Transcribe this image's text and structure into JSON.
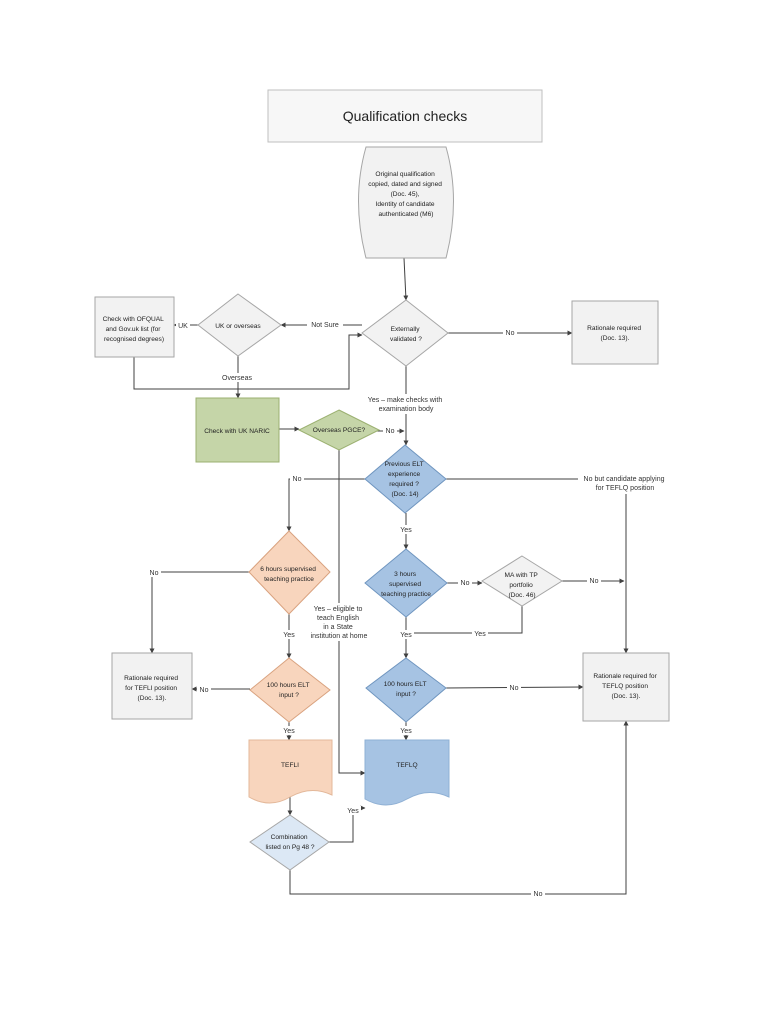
{
  "title": "Qualification checks",
  "nodes": {
    "original_qualification": [
      "Original qualification",
      "copied, dated and signed",
      "(Doc. 45),",
      "Identity of candidate",
      "authenticated (M6)"
    ],
    "externally_validated": [
      "Externally",
      "validated ?"
    ],
    "rationale_doc13_top": [
      "Rationale required",
      "(Doc. 13)."
    ],
    "uk_or_overseas": [
      "UK or overseas"
    ],
    "check_ofqual": [
      "Check with OFQUAL",
      "and Gov.uk list (for",
      "recognised degrees)"
    ],
    "check_naric": [
      "Check with UK NARIC"
    ],
    "overseas_pgce": [
      "Overseas PGCE?"
    ],
    "previous_elt": [
      "Previous ELT",
      "experience",
      "required ?",
      "(Doc. 14)"
    ],
    "six_hours_tp": [
      "6 hours supervised",
      "teaching practice"
    ],
    "three_hours_tp": [
      "3 hours",
      "supervised",
      "teaching practice"
    ],
    "ma_tp_portfolio": [
      "MA with TP",
      "portfolio",
      "(Doc. 46)"
    ],
    "rationale_tefli": [
      "Rationale required",
      "for TEFLI position",
      "(Doc. 13)."
    ],
    "hundred_hours_left": [
      "100 hours ELT",
      "input ?"
    ],
    "hundred_hours_right": [
      "100 hours ELT",
      "input ?"
    ],
    "rationale_teflq": [
      "Rationale required for",
      "TEFLQ position",
      "(Doc. 13)."
    ],
    "tefli": [
      "TEFLI"
    ],
    "teflq": [
      "TEFLQ"
    ],
    "combination": [
      "Combination",
      "listed on Pg 48 ?"
    ]
  },
  "edge_labels": {
    "no_top_right": "No",
    "not_sure": "Not Sure",
    "uk": "UK",
    "overseas": "Overseas",
    "yes_exam_body": [
      "Yes – make checks with",
      "examination body"
    ],
    "no_pgce": "No",
    "no_left_elt": "No",
    "no_but_candidate": [
      "No but candidate applying",
      "for TEFLQ position"
    ],
    "yes_elt": "Yes",
    "no_six_hours": "No",
    "no_three_hours": "No",
    "no_ma": "No",
    "yes_eligible": [
      "Yes – eligible to",
      "teach English",
      "in a State",
      "institution at home"
    ],
    "yes_six_hours": "Yes",
    "yes_three_hours": "Yes",
    "yes_ma": "Yes",
    "no_hundred_left": "No",
    "no_hundred_right": "No",
    "yes_hundred_left": "Yes",
    "yes_hundred_right": "Yes",
    "yes_combination": "Yes",
    "no_combination": "No"
  },
  "colors": {
    "default_fill": "#f2f2f2",
    "default_stroke": "#a6a6a6",
    "green_fill": "#c5d5a8",
    "green_stroke": "#9bb070",
    "blue_fill": "#a6c3e3",
    "blue_stroke": "#6f95bf",
    "orange_fill": "#f8d5bd",
    "orange_stroke": "#d9a27f",
    "combination_fill": "#dce8f5",
    "connector": "#404040"
  }
}
